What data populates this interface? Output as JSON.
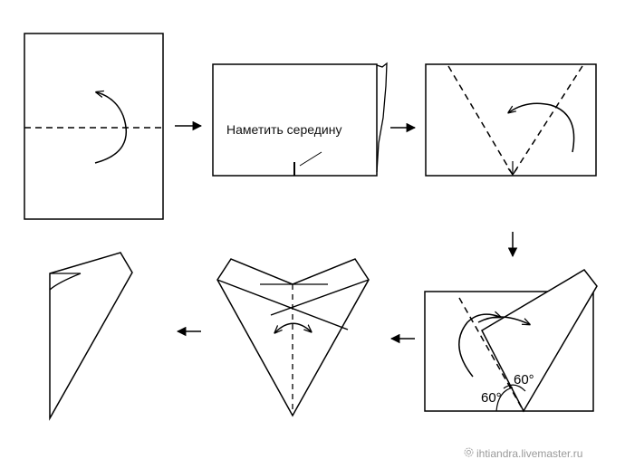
{
  "labels": {
    "mark_middle": "Наметить середину",
    "angle_upper": "60°",
    "angle_lower": "60°"
  },
  "watermark": {
    "text": "ihtiandra.livemaster.ru",
    "icon": "spiral-logo-icon"
  },
  "colors": {
    "line": "#000000",
    "watermark": "#9a9a9a"
  }
}
